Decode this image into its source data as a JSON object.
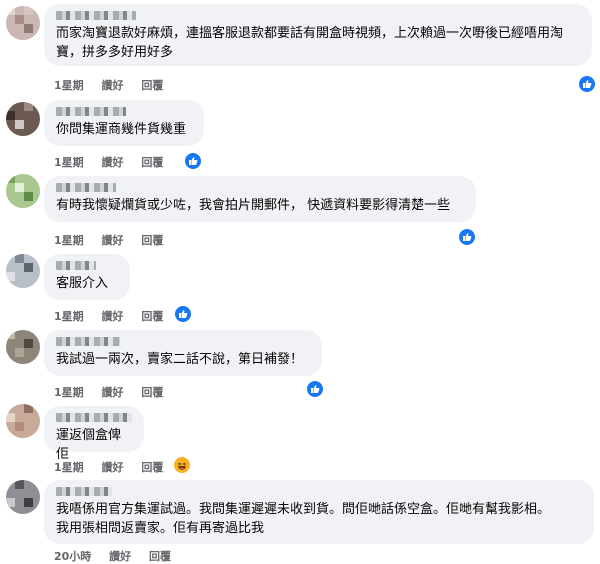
{
  "comments": [
    {
      "text": "而家淘寶退款好麻煩，連搵客服退款都要話有開盒時視頻，上次賴過一次嘢後已經唔用淘寶，拼多多好用好多",
      "time": "1星期",
      "like": "讚好",
      "reply": "回覆",
      "reaction": "like-icon"
    },
    {
      "text": "你問集運商幾件貨幾重",
      "time": "1星期",
      "like": "讚好",
      "reply": "回覆",
      "reaction": "like-icon"
    },
    {
      "text": "有時我懷疑爛貨或少咗，我會拍片開郵件， 快遞資料要影得清楚一些",
      "time": "1星期",
      "like": "讚好",
      "reply": "回覆",
      "reaction": "like-icon"
    },
    {
      "text": "客服介入",
      "time": "1星期",
      "like": "讚好",
      "reply": "回覆",
      "reaction": "like-icon"
    },
    {
      "text": "我試過一兩次，賣家二話不說，第日補發！",
      "time": "1星期",
      "like": "讚好",
      "reply": "回覆",
      "reaction": "like-icon"
    },
    {
      "text": "運返個盒俾佢",
      "time": "1星期",
      "like": "讚好",
      "reply": "回覆",
      "reaction": "haha-icon"
    },
    {
      "text": "我唔係用官方集運試過。我問集運遲遲未收到貨。問佢哋話係空盒。佢哋有幫我影相。\n我用張相問返賣家。佢有再寄過比我",
      "time": "20小時",
      "like": "讚好",
      "reply": "回覆",
      "reaction": ""
    }
  ],
  "colors": {
    "bubble": "#f0f2f5",
    "meta": "#65676b",
    "like_blue": "#1877f2",
    "haha_yellow": "#f7b125"
  }
}
